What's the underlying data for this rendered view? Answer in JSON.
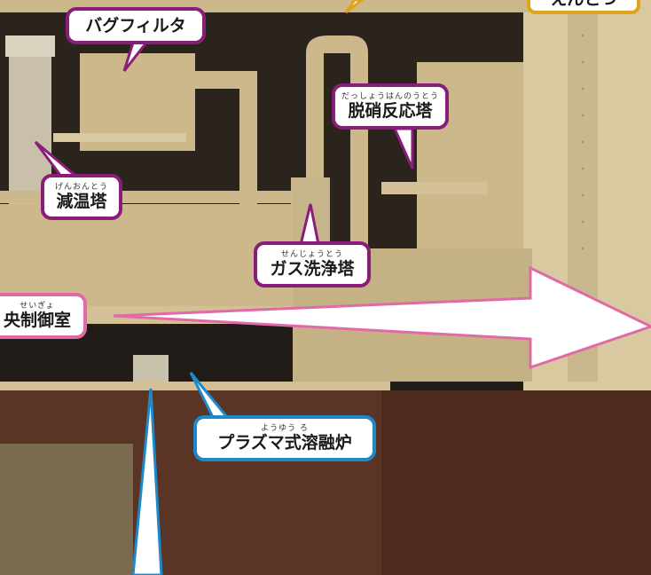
{
  "labels": {
    "bag_filter": {
      "name": "バグフィルタ"
    },
    "denitration_tower": {
      "ruby": "だっしょうはんのうとう",
      "name": "脱硝反応塔"
    },
    "cooling_tower": {
      "ruby": "げんおんとう",
      "name": "減温塔"
    },
    "gas_scrubber": {
      "ruby": "せんじょうとう",
      "name": "ガス洗浄塔"
    },
    "control_room": {
      "ruby": "せいぎょ",
      "name": "央制御室"
    },
    "plasma_furnace": {
      "ruby": "ようゆう ろ",
      "name": "プラズマ式溶融炉"
    },
    "top_right_partial": {
      "name": "えんとつ"
    }
  },
  "colors": {
    "purple_callout": "#8a1d7a",
    "blue_callout": "#1e88c8",
    "pink_arrow": "#e06aa8",
    "gold_callout": "#e0a21b",
    "model_beige": "#cdb88c",
    "model_dark": "#211c17",
    "floor_brown": "#5a3424"
  }
}
